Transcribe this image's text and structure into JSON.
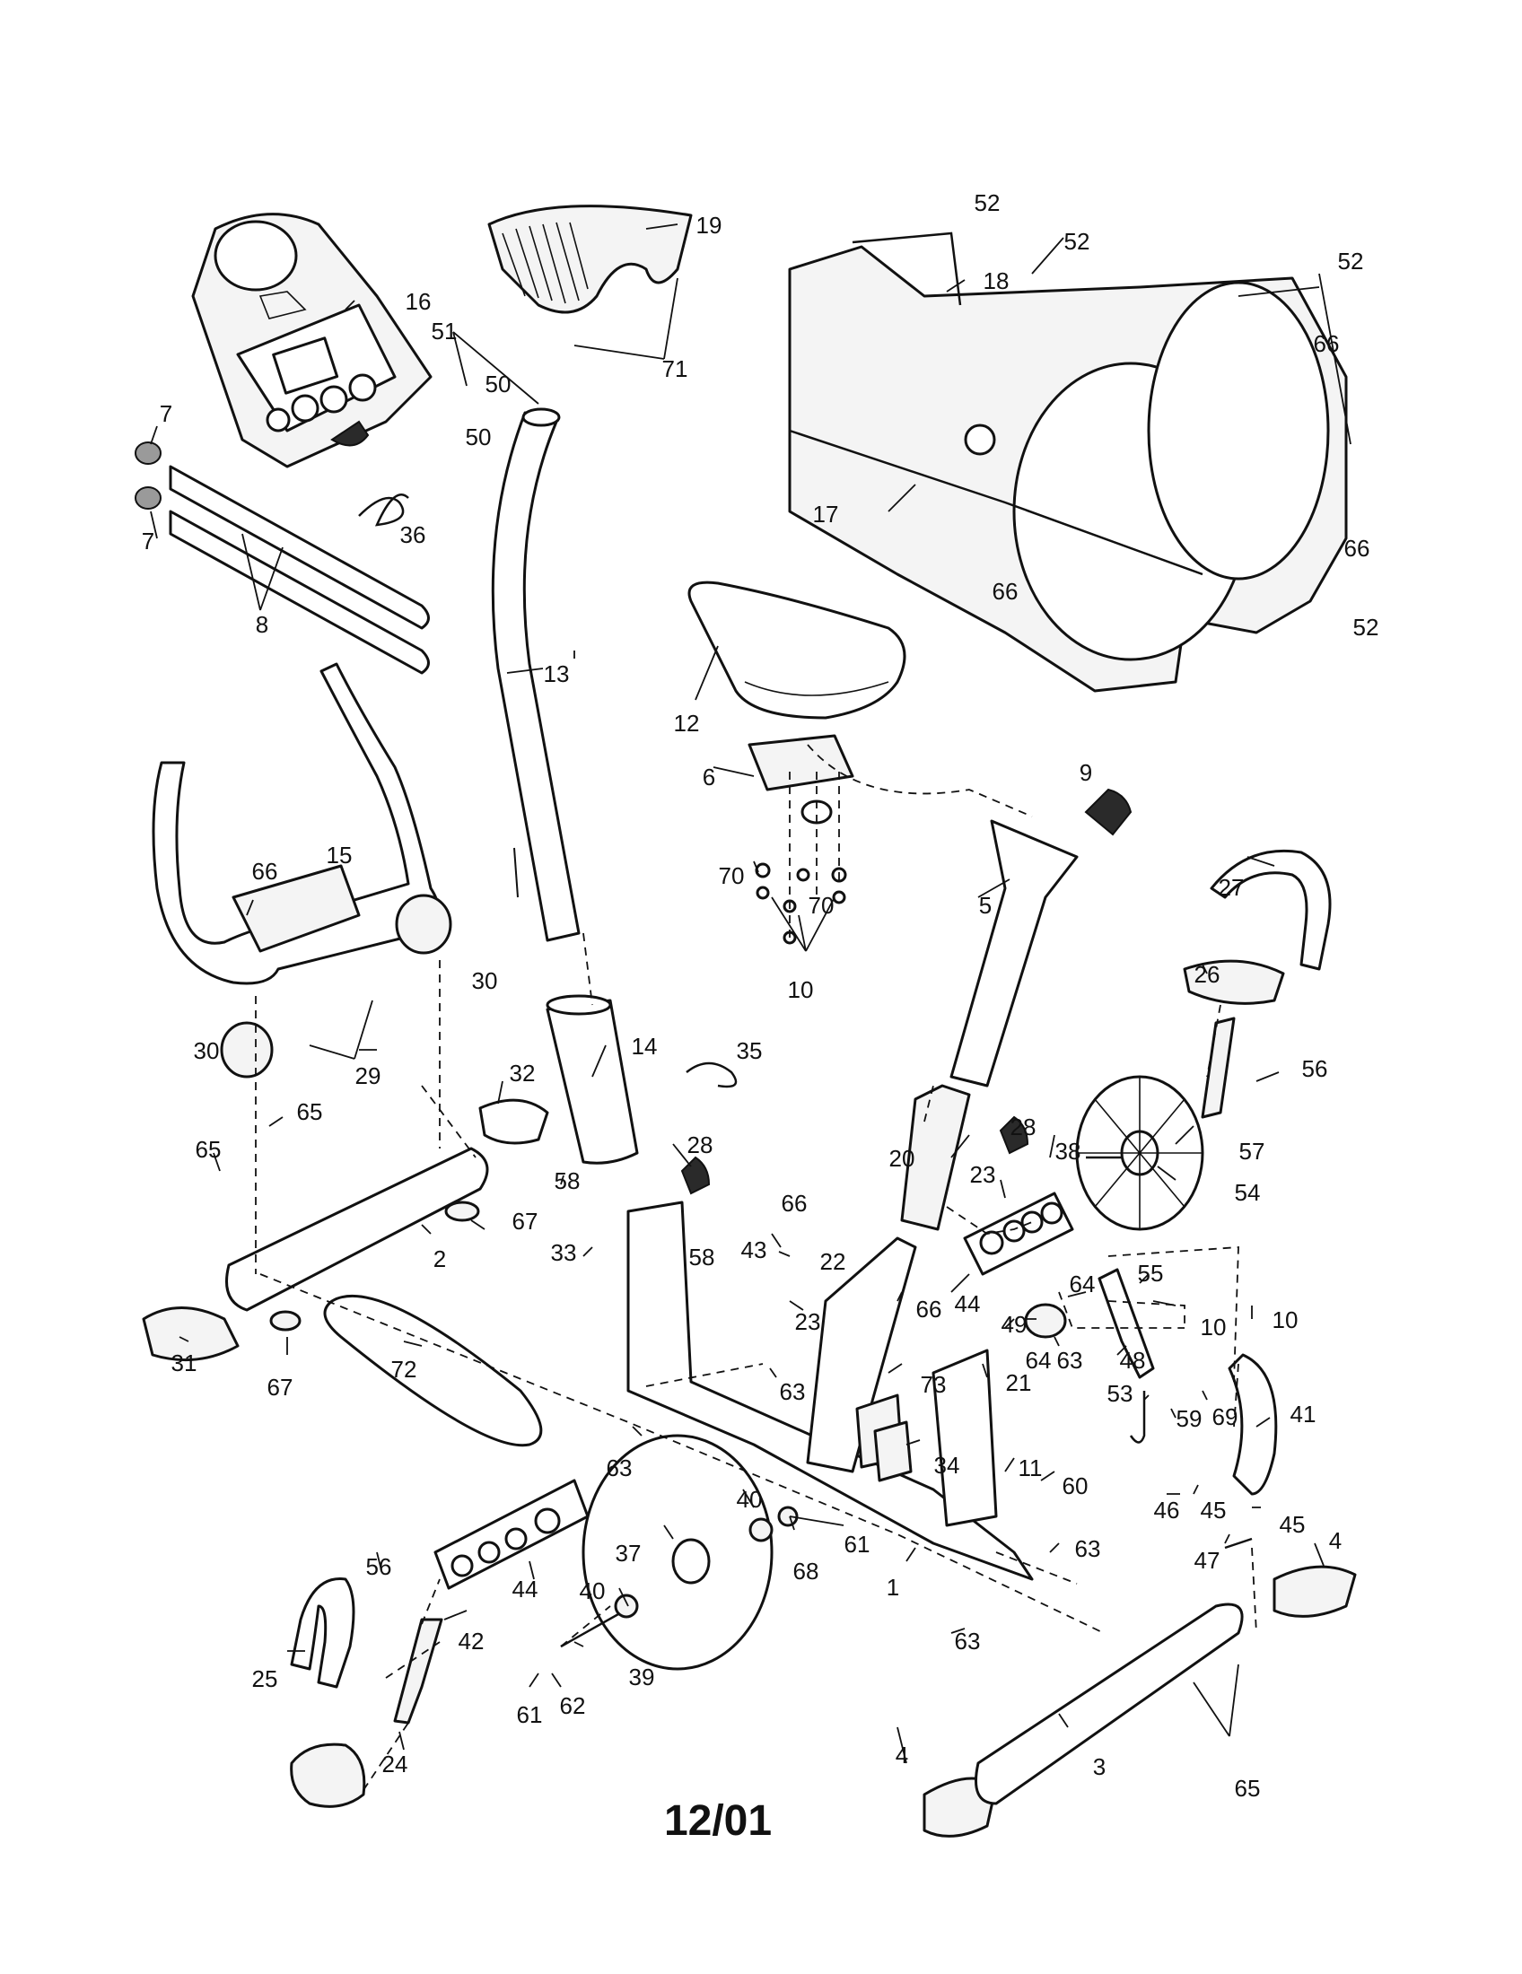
{
  "diagram": {
    "date_code": "12/01",
    "callouts": [
      {
        "id": "c7a",
        "text": "7"
      },
      {
        "id": "c7b",
        "text": "7"
      },
      {
        "id": "c8",
        "text": "8"
      },
      {
        "id": "c16",
        "text": "16"
      },
      {
        "id": "c19",
        "text": "19"
      },
      {
        "id": "c51",
        "text": "51"
      },
      {
        "id": "c50a",
        "text": "50"
      },
      {
        "id": "c50b",
        "text": "50"
      },
      {
        "id": "c71",
        "text": "71"
      },
      {
        "id": "c36",
        "text": "36"
      },
      {
        "id": "c13",
        "text": "13"
      },
      {
        "id": "c52a",
        "text": "52"
      },
      {
        "id": "c52b",
        "text": "52"
      },
      {
        "id": "c52c",
        "text": "52"
      },
      {
        "id": "c52d",
        "text": "52"
      },
      {
        "id": "c18",
        "text": "18"
      },
      {
        "id": "c66a",
        "text": "66"
      },
      {
        "id": "c66b",
        "text": "66"
      },
      {
        "id": "c66c",
        "text": "66"
      },
      {
        "id": "c17",
        "text": "17"
      },
      {
        "id": "c12",
        "text": "12"
      },
      {
        "id": "c6",
        "text": "6"
      },
      {
        "id": "c9",
        "text": "9"
      },
      {
        "id": "c70a",
        "text": "70"
      },
      {
        "id": "c70b",
        "text": "70"
      },
      {
        "id": "c10a",
        "text": "10"
      },
      {
        "id": "c5",
        "text": "5"
      },
      {
        "id": "c66d",
        "text": "66"
      },
      {
        "id": "c15",
        "text": "15"
      },
      {
        "id": "c27",
        "text": "27"
      },
      {
        "id": "c26",
        "text": "26"
      },
      {
        "id": "c30a",
        "text": "30"
      },
      {
        "id": "c30b",
        "text": "30"
      },
      {
        "id": "c29",
        "text": "29"
      },
      {
        "id": "c14",
        "text": "14"
      },
      {
        "id": "c35",
        "text": "35"
      },
      {
        "id": "c32",
        "text": "32"
      },
      {
        "id": "c56a",
        "text": "56"
      },
      {
        "id": "c57",
        "text": "57"
      },
      {
        "id": "c65a",
        "text": "65"
      },
      {
        "id": "c65b",
        "text": "65"
      },
      {
        "id": "c28a",
        "text": "28"
      },
      {
        "id": "c28b",
        "text": "28"
      },
      {
        "id": "c20",
        "text": "20"
      },
      {
        "id": "c38",
        "text": "38"
      },
      {
        "id": "c23a",
        "text": "23"
      },
      {
        "id": "c54",
        "text": "54"
      },
      {
        "id": "c58a",
        "text": "58"
      },
      {
        "id": "c58b",
        "text": "58"
      },
      {
        "id": "c66e",
        "text": "66"
      },
      {
        "id": "c67a",
        "text": "67"
      },
      {
        "id": "c2",
        "text": "2"
      },
      {
        "id": "c33",
        "text": "33"
      },
      {
        "id": "c43",
        "text": "43"
      },
      {
        "id": "c22",
        "text": "22"
      },
      {
        "id": "c44a",
        "text": "44"
      },
      {
        "id": "c55",
        "text": "55"
      },
      {
        "id": "c64a",
        "text": "64"
      },
      {
        "id": "c10b",
        "text": "10"
      },
      {
        "id": "c10c",
        "text": "10"
      },
      {
        "id": "c23b",
        "text": "23"
      },
      {
        "id": "c66f",
        "text": "66"
      },
      {
        "id": "c49",
        "text": "49"
      },
      {
        "id": "c64b",
        "text": "64"
      },
      {
        "id": "c63a",
        "text": "63"
      },
      {
        "id": "c48",
        "text": "48"
      },
      {
        "id": "c31",
        "text": "31"
      },
      {
        "id": "c67b",
        "text": "67"
      },
      {
        "id": "c72",
        "text": "72"
      },
      {
        "id": "c63b",
        "text": "63"
      },
      {
        "id": "c73",
        "text": "73"
      },
      {
        "id": "c21",
        "text": "21"
      },
      {
        "id": "c53",
        "text": "53"
      },
      {
        "id": "c59",
        "text": "59"
      },
      {
        "id": "c69",
        "text": "69"
      },
      {
        "id": "c41",
        "text": "41"
      },
      {
        "id": "c63c",
        "text": "63"
      },
      {
        "id": "c34",
        "text": "34"
      },
      {
        "id": "c11",
        "text": "11"
      },
      {
        "id": "c60",
        "text": "60"
      },
      {
        "id": "c46",
        "text": "46"
      },
      {
        "id": "c45a",
        "text": "45"
      },
      {
        "id": "c45b",
        "text": "45"
      },
      {
        "id": "c40a",
        "text": "40"
      },
      {
        "id": "c61a",
        "text": "61"
      },
      {
        "id": "c68",
        "text": "68"
      },
      {
        "id": "c37",
        "text": "37"
      },
      {
        "id": "c47",
        "text": "47"
      },
      {
        "id": "c4a",
        "text": "4"
      },
      {
        "id": "c56b",
        "text": "56"
      },
      {
        "id": "c44b",
        "text": "44"
      },
      {
        "id": "c1",
        "text": "1"
      },
      {
        "id": "c63d",
        "text": "63"
      },
      {
        "id": "c40b",
        "text": "40"
      },
      {
        "id": "c42",
        "text": "42"
      },
      {
        "id": "c39",
        "text": "39"
      },
      {
        "id": "c63e",
        "text": "63"
      },
      {
        "id": "c25",
        "text": "25"
      },
      {
        "id": "c61b",
        "text": "61"
      },
      {
        "id": "c62",
        "text": "62"
      },
      {
        "id": "c24",
        "text": "24"
      },
      {
        "id": "c4b",
        "text": "4"
      },
      {
        "id": "c3",
        "text": "3"
      },
      {
        "id": "c65c",
        "text": "65"
      }
    ]
  }
}
